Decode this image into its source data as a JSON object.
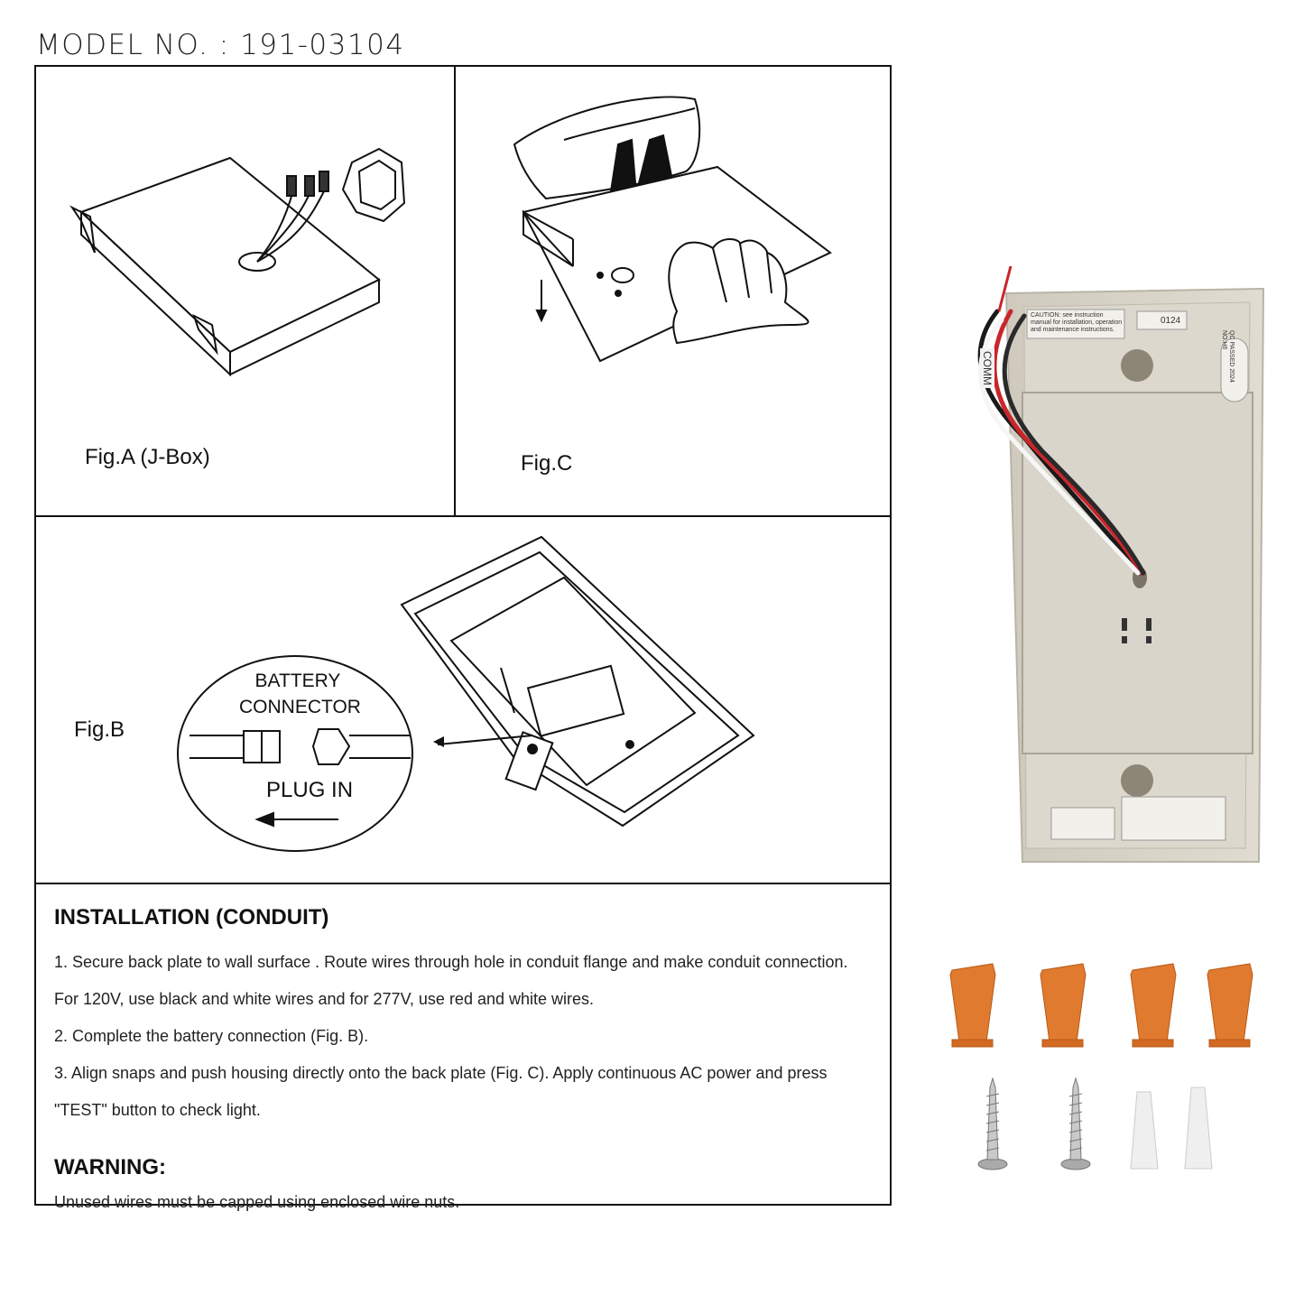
{
  "model": "MODEL NO. : 191-03104",
  "figures": {
    "a_label": "Fig.A (J-Box)",
    "c_label": "Fig.C",
    "b_label": "Fig.B",
    "b_callout": {
      "line1": "BATTERY",
      "line2": "CONNECTOR",
      "plug": "PLUG IN"
    }
  },
  "installation": {
    "heading": "INSTALLATION (CONDUIT)",
    "steps": [
      "1. Secure back plate to wall surface . Route wires through hole in conduit flange and make conduit connection.",
      "For 120V, use black and white wires and for 277V, use red and white wires.",
      "2. Complete the battery connection (Fig. B).",
      "3. Align snaps and push housing directly onto the back plate (Fig. C). Apply continuous AC power and press",
      "\"TEST\" button to check light."
    ]
  },
  "warning": {
    "heading": "WARNING:",
    "text": "Unused wires must be capped using enclosed wire nuts."
  },
  "product": {
    "caution_text": "CAUTION: see instruction manual for installation, operation and maintenance instructions.",
    "date_code": "0124",
    "comm_label": "COMM",
    "qc_text": "QC PASSED 2024 NO.H6"
  },
  "colors": {
    "housing": "#d8d4c8",
    "wire_nut": "#e07a2e"
  }
}
